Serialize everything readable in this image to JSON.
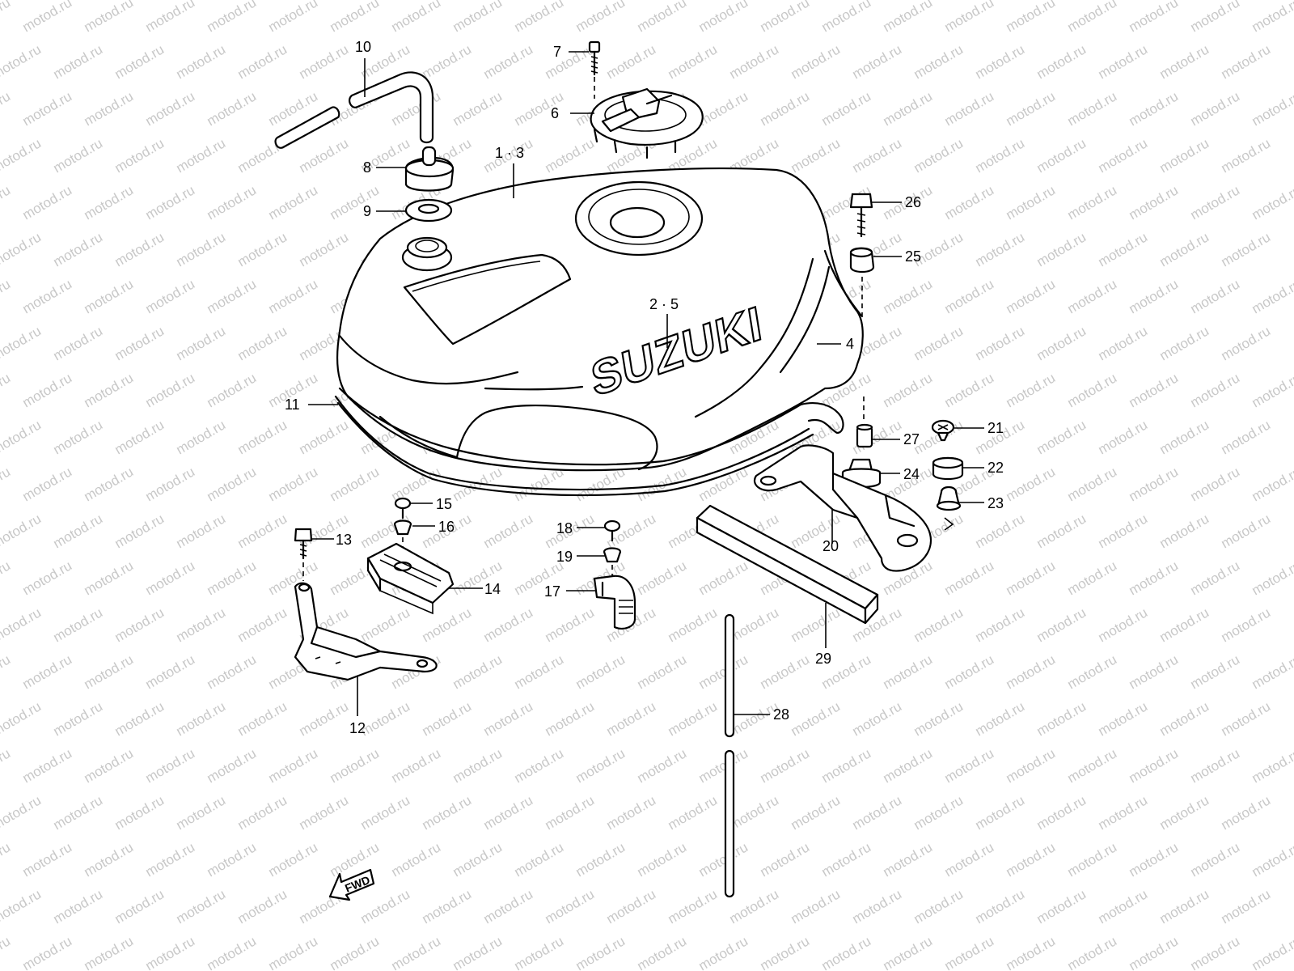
{
  "watermark": "motod.ru",
  "brand_text": "SUZUKI",
  "fwd_label": "FWD",
  "callouts": [
    {
      "id": "p1-3",
      "label": "1 · 3"
    },
    {
      "id": "p2-5",
      "label": "2 · 5"
    },
    {
      "id": "p4",
      "label": "4"
    },
    {
      "id": "p6",
      "label": "6"
    },
    {
      "id": "p7",
      "label": "7"
    },
    {
      "id": "p8",
      "label": "8"
    },
    {
      "id": "p9",
      "label": "9"
    },
    {
      "id": "p10",
      "label": "10"
    },
    {
      "id": "p11",
      "label": "11"
    },
    {
      "id": "p12",
      "label": "12"
    },
    {
      "id": "p13",
      "label": "13"
    },
    {
      "id": "p14",
      "label": "14"
    },
    {
      "id": "p15",
      "label": "15"
    },
    {
      "id": "p16",
      "label": "16"
    },
    {
      "id": "p17",
      "label": "17"
    },
    {
      "id": "p18",
      "label": "18"
    },
    {
      "id": "p19",
      "label": "19"
    },
    {
      "id": "p20",
      "label": "20"
    },
    {
      "id": "p21",
      "label": "21"
    },
    {
      "id": "p22",
      "label": "22"
    },
    {
      "id": "p23",
      "label": "23"
    },
    {
      "id": "p24",
      "label": "24"
    },
    {
      "id": "p25",
      "label": "25"
    },
    {
      "id": "p26",
      "label": "26"
    },
    {
      "id": "p27",
      "label": "27"
    },
    {
      "id": "p28",
      "label": "28"
    },
    {
      "id": "p29",
      "label": "29"
    }
  ]
}
